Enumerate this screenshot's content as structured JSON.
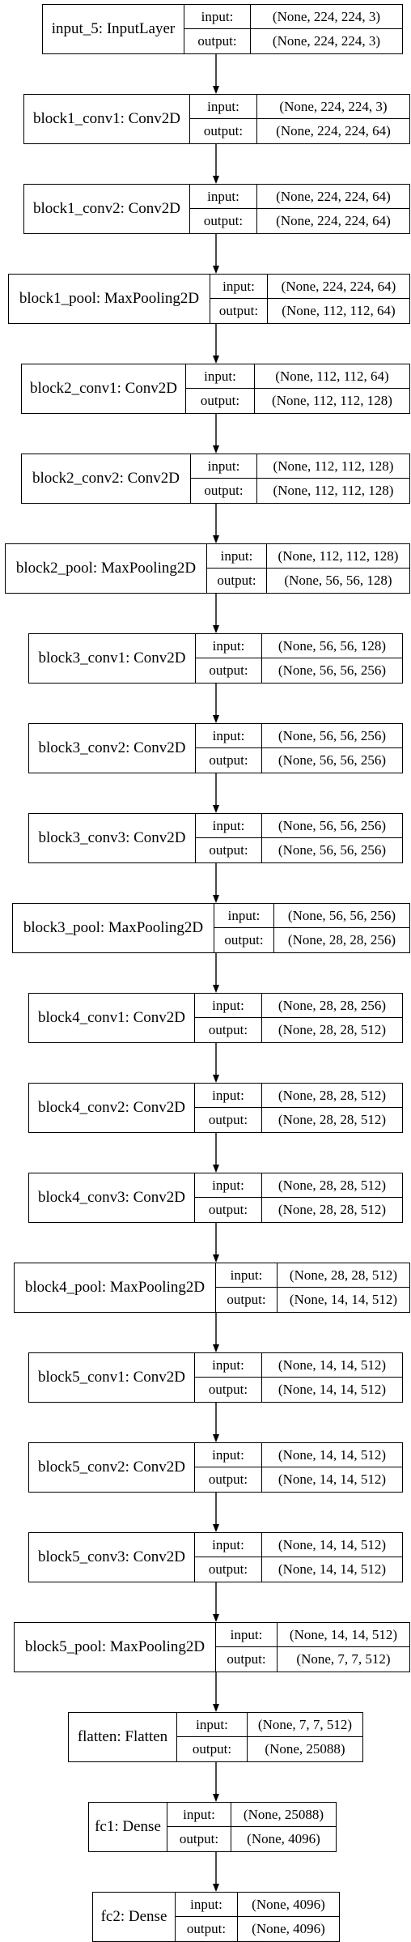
{
  "layers": [
    {
      "name": "input_5: InputLayer",
      "input": "(None, 224, 224, 3)",
      "output": "(None, 224, 224, 3)"
    },
    {
      "name": "block1_conv1: Conv2D",
      "input": "(None, 224, 224, 3)",
      "output": "(None, 224, 224, 64)"
    },
    {
      "name": "block1_conv2: Conv2D",
      "input": "(None, 224, 224, 64)",
      "output": "(None, 224, 224, 64)"
    },
    {
      "name": "block1_pool: MaxPooling2D",
      "input": "(None, 224, 224, 64)",
      "output": "(None, 112, 112, 64)"
    },
    {
      "name": "block2_conv1: Conv2D",
      "input": "(None, 112, 112, 64)",
      "output": "(None, 112, 112, 128)"
    },
    {
      "name": "block2_conv2: Conv2D",
      "input": "(None, 112, 112, 128)",
      "output": "(None, 112, 112, 128)"
    },
    {
      "name": "block2_pool: MaxPooling2D",
      "input": "(None, 112, 112, 128)",
      "output": "(None, 56, 56, 128)"
    },
    {
      "name": "block3_conv1: Conv2D",
      "input": "(None, 56, 56, 128)",
      "output": "(None, 56, 56, 256)"
    },
    {
      "name": "block3_conv2: Conv2D",
      "input": "(None, 56, 56, 256)",
      "output": "(None, 56, 56, 256)"
    },
    {
      "name": "block3_conv3: Conv2D",
      "input": "(None, 56, 56, 256)",
      "output": "(None, 56, 56, 256)"
    },
    {
      "name": "block3_pool: MaxPooling2D",
      "input": "(None, 56, 56, 256)",
      "output": "(None, 28, 28, 256)"
    },
    {
      "name": "block4_conv1: Conv2D",
      "input": "(None, 28, 28, 256)",
      "output": "(None, 28, 28, 512)"
    },
    {
      "name": "block4_conv2: Conv2D",
      "input": "(None, 28, 28, 512)",
      "output": "(None, 28, 28, 512)"
    },
    {
      "name": "block4_conv3: Conv2D",
      "input": "(None, 28, 28, 512)",
      "output": "(None, 28, 28, 512)"
    },
    {
      "name": "block4_pool: MaxPooling2D",
      "input": "(None, 28, 28, 512)",
      "output": "(None, 14, 14, 512)"
    },
    {
      "name": "block5_conv1: Conv2D",
      "input": "(None, 14, 14, 512)",
      "output": "(None, 14, 14, 512)"
    },
    {
      "name": "block5_conv2: Conv2D",
      "input": "(None, 14, 14, 512)",
      "output": "(None, 14, 14, 512)"
    },
    {
      "name": "block5_conv3: Conv2D",
      "input": "(None, 14, 14, 512)",
      "output": "(None, 14, 14, 512)"
    },
    {
      "name": "block5_pool: MaxPooling2D",
      "input": "(None, 14, 14, 512)",
      "output": "(None, 7, 7, 512)"
    },
    {
      "name": "flatten: Flatten",
      "input": "(None, 7, 7, 512)",
      "output": "(None, 25088)"
    },
    {
      "name": "fc1: Dense",
      "input": "(None, 25088)",
      "output": "(None, 4096)"
    },
    {
      "name": "fc2: Dense",
      "input": "(None, 4096)",
      "output": "(None, 4096)"
    }
  ],
  "port_labels": {
    "input": "input:",
    "output": "output:"
  }
}
